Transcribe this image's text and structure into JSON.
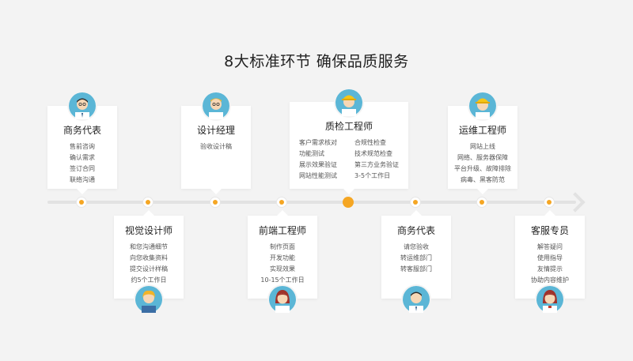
{
  "title": "8大标准环节 确保品质服务",
  "steps": [
    {
      "name": "商务代表",
      "items": [
        "售前咨询",
        "确认需求",
        "签订合同",
        "联络沟通"
      ]
    },
    {
      "name": "视觉设计师",
      "items": [
        "和您沟通细节",
        "向您收集资料",
        "提交设计样稿",
        "约5个工作日"
      ]
    },
    {
      "name": "设计经理",
      "items": [
        "验收设计稿"
      ]
    },
    {
      "name": "前端工程师",
      "items": [
        "制作页面",
        "开发功能",
        "实现效果",
        "10-15个工作日"
      ]
    },
    {
      "name": "质检工程师",
      "items_left": [
        "客户需求核对",
        "功能测试",
        "展示效果验证",
        "网站性能测试"
      ],
      "items_right": [
        "合规性检查",
        "技术规范检查",
        "第三方业务验证",
        "3-5个工作日"
      ]
    },
    {
      "name": "商务代表",
      "items": [
        "请您验收",
        "转运维部门",
        "转客服部门"
      ]
    },
    {
      "name": "运维工程师",
      "items": [
        "网站上线",
        "网络、服务器保障",
        "平台升级、故障排除",
        "病毒、黑客防范"
      ]
    },
    {
      "name": "客服专员",
      "items": [
        "解答疑问",
        "使用指导",
        "友情提示",
        "协助内容维护"
      ]
    }
  ],
  "icons": [
    "avatar-business-icon",
    "avatar-designer-icon",
    "avatar-design-manager-icon",
    "avatar-frontend-icon",
    "avatar-qa-icon",
    "avatar-business-2-icon",
    "avatar-ops-icon",
    "avatar-service-icon"
  ],
  "colors": {
    "accent": "#f5a623",
    "avatar_bg": "#5bb6d6"
  }
}
